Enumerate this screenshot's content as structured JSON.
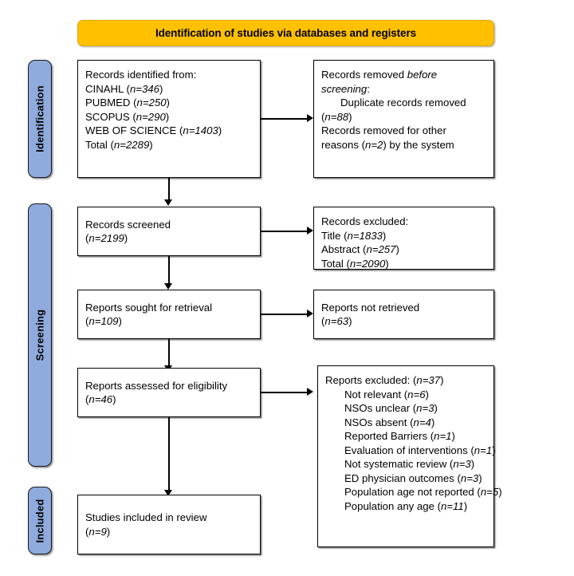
{
  "diagram": {
    "type": "prisma-flow-diagram",
    "banner": {
      "label": "Identification of studies via databases and registers",
      "color": "#FFC000"
    },
    "stage_color": "#8FAADC",
    "stages": [
      {
        "id": "identification",
        "label": "Identification"
      },
      {
        "id": "screening",
        "label": "Screening"
      },
      {
        "id": "included",
        "label": "Included"
      }
    ],
    "boxes": {
      "records_identified": {
        "lines": [
          {
            "text": "Records identified from:",
            "indent": false
          },
          {
            "text": "CINAHL (",
            "em": "n=346",
            "tail": ")",
            "indent": false
          },
          {
            "text": "PUBMED (",
            "em": "n=250",
            "tail": ")",
            "indent": false
          },
          {
            "text": "SCOPUS (",
            "em": "n=290",
            "tail": ")",
            "indent": false
          },
          {
            "text": "WEB OF SCIENCE (",
            "em": "n=1403",
            "tail": ")",
            "indent": false
          },
          {
            "text": "Total (",
            "em": "n=2289",
            "tail": ")",
            "indent": false
          }
        ]
      },
      "records_removed": {
        "lines": [
          {
            "text": "Records removed ",
            "em": "before",
            "tail": "",
            "indent": false
          },
          {
            "text": "",
            "em": "screening",
            "tail": ":",
            "indent": false
          },
          {
            "text": "Duplicate records removed",
            "indent": true
          },
          {
            "text": "(",
            "em": "n=88",
            "tail": ")",
            "indent": false
          },
          {
            "text": "Records removed for other",
            "indent": false
          },
          {
            "text": "reasons (",
            "em": "n=2",
            "tail": ") by the system",
            "indent": false
          }
        ]
      },
      "records_screened": {
        "lines": [
          {
            "text": "Records screened",
            "indent": false
          },
          {
            "text": "(",
            "em": "n=2199",
            "tail": ")",
            "indent": false
          }
        ]
      },
      "records_excluded": {
        "lines": [
          {
            "text": "Records excluded:",
            "indent": false
          },
          {
            "text": "Title (",
            "em": "n=1833",
            "tail": ")",
            "indent": false
          },
          {
            "text": "Abstract (",
            "em": "n=257",
            "tail": ")",
            "indent": false
          },
          {
            "text": "Total (",
            "em": "n=2090",
            "tail": ")",
            "indent": false
          }
        ]
      },
      "reports_sought": {
        "lines": [
          {
            "text": "Reports sought for retrieval",
            "indent": false
          },
          {
            "text": "(",
            "em": "n=109",
            "tail": ")",
            "indent": false
          }
        ]
      },
      "reports_not_retrieved": {
        "lines": [
          {
            "text": "Reports not retrieved",
            "indent": false
          },
          {
            "text": "(",
            "em": "n=63",
            "tail": ")",
            "indent": false
          }
        ]
      },
      "reports_assessed": {
        "lines": [
          {
            "text": "Reports assessed for eligibility",
            "indent": false
          },
          {
            "text": "(",
            "em": "n=46",
            "tail": ")",
            "indent": false
          }
        ]
      },
      "reports_excluded": {
        "lines": [
          {
            "text": "Reports excluded: (",
            "em": "n=37",
            "tail": ")",
            "indent": false
          },
          {
            "text": "Not relevant (",
            "em": "n=6",
            "tail": ")",
            "indent": true
          },
          {
            "text": "NSOs unclear (",
            "em": "n=3",
            "tail": ")",
            "indent": true
          },
          {
            "text": "NSOs absent (",
            "em": "n=4",
            "tail": ")",
            "indent": true
          },
          {
            "text": "Reported Barriers (",
            "em": "n=1",
            "tail": ")",
            "indent": true
          },
          {
            "text": "Evaluation of interventions (",
            "em": "n=1",
            "tail": ")",
            "indent": true
          },
          {
            "text": "Not systematic review (",
            "em": "n=3",
            "tail": ")",
            "indent": true
          },
          {
            "text": "ED physician outcomes (",
            "em": "n=3",
            "tail": ")",
            "indent": true
          },
          {
            "text": "Population age not reported (",
            "em": "n=5",
            "tail": ")",
            "indent": true
          },
          {
            "text": "Population any age (",
            "em": "n=11",
            "tail": ")",
            "indent": true
          }
        ]
      },
      "studies_included": {
        "lines": [
          {
            "text": "Studies included in review",
            "indent": false
          },
          {
            "text": "(",
            "em": "n=9",
            "tail": ")",
            "indent": false
          }
        ]
      }
    }
  }
}
